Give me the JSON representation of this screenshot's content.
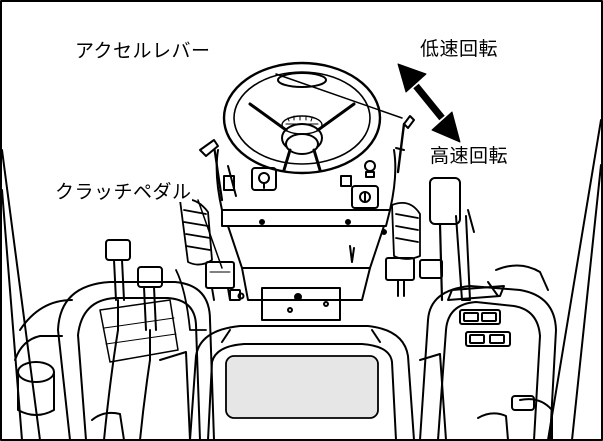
{
  "labels": {
    "accel_lever": "アクセルレバー",
    "low_speed": "低速回転",
    "high_speed": "高速回転",
    "clutch_pedal": "クラッチペダル"
  },
  "colors": {
    "line": "#000000",
    "fill": "#ffffff",
    "panel": "#e6e6e6"
  }
}
